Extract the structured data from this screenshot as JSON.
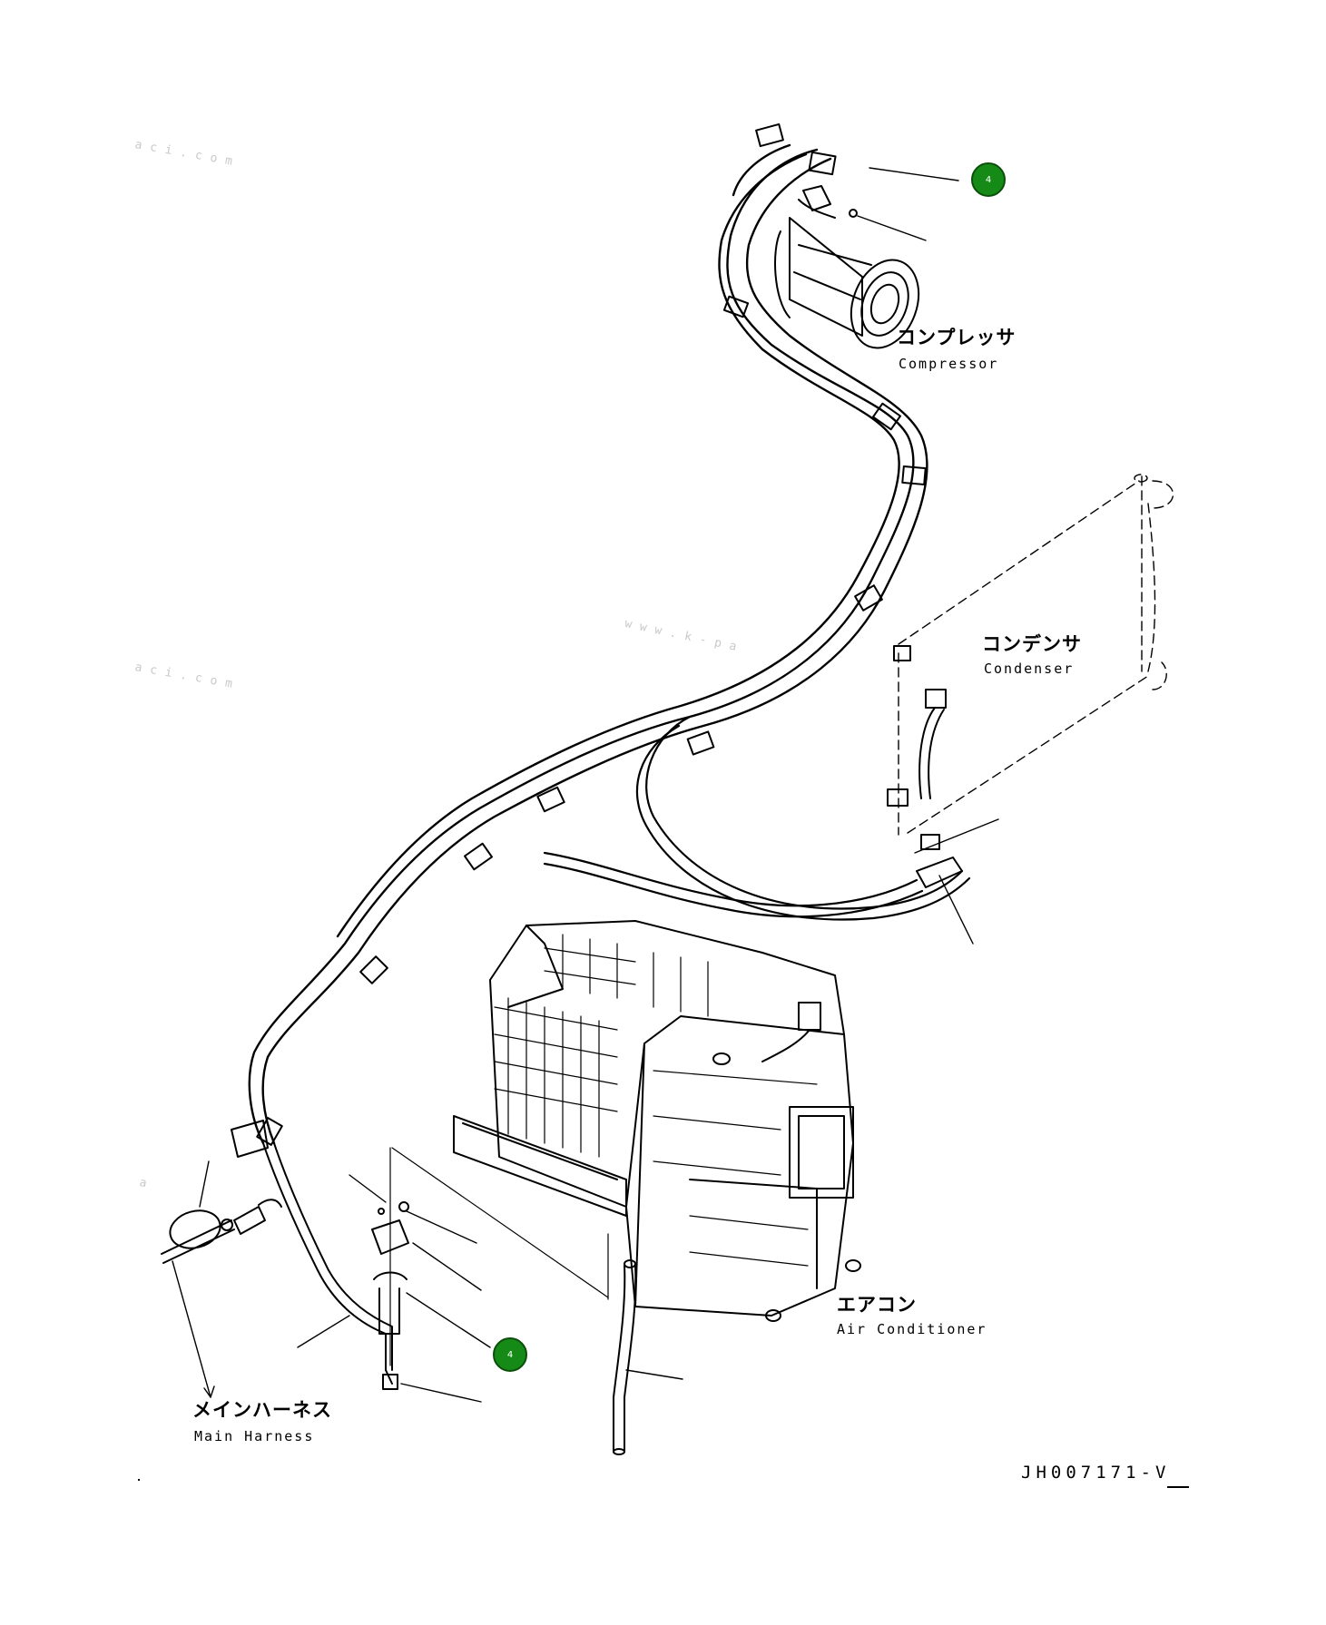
{
  "labels": {
    "compressor": {
      "jp": "コンプレッサ",
      "en": "Compressor"
    },
    "condenser": {
      "jp": "コンデンサ",
      "en": "Condenser"
    },
    "air_conditioner": {
      "jp": "エアコン",
      "en": "Air Conditioner"
    },
    "main_harness": {
      "jp": "メインハーネス",
      "en": "Main Harness"
    }
  },
  "callouts": [
    {
      "number": "4",
      "color": "#168a16"
    },
    {
      "number": "4",
      "color": "#168a16"
    }
  ],
  "drawing_id": "JH007171-V",
  "watermarks": [
    "aci.com",
    "www.k-pa",
    "aci.com",
    "a"
  ]
}
